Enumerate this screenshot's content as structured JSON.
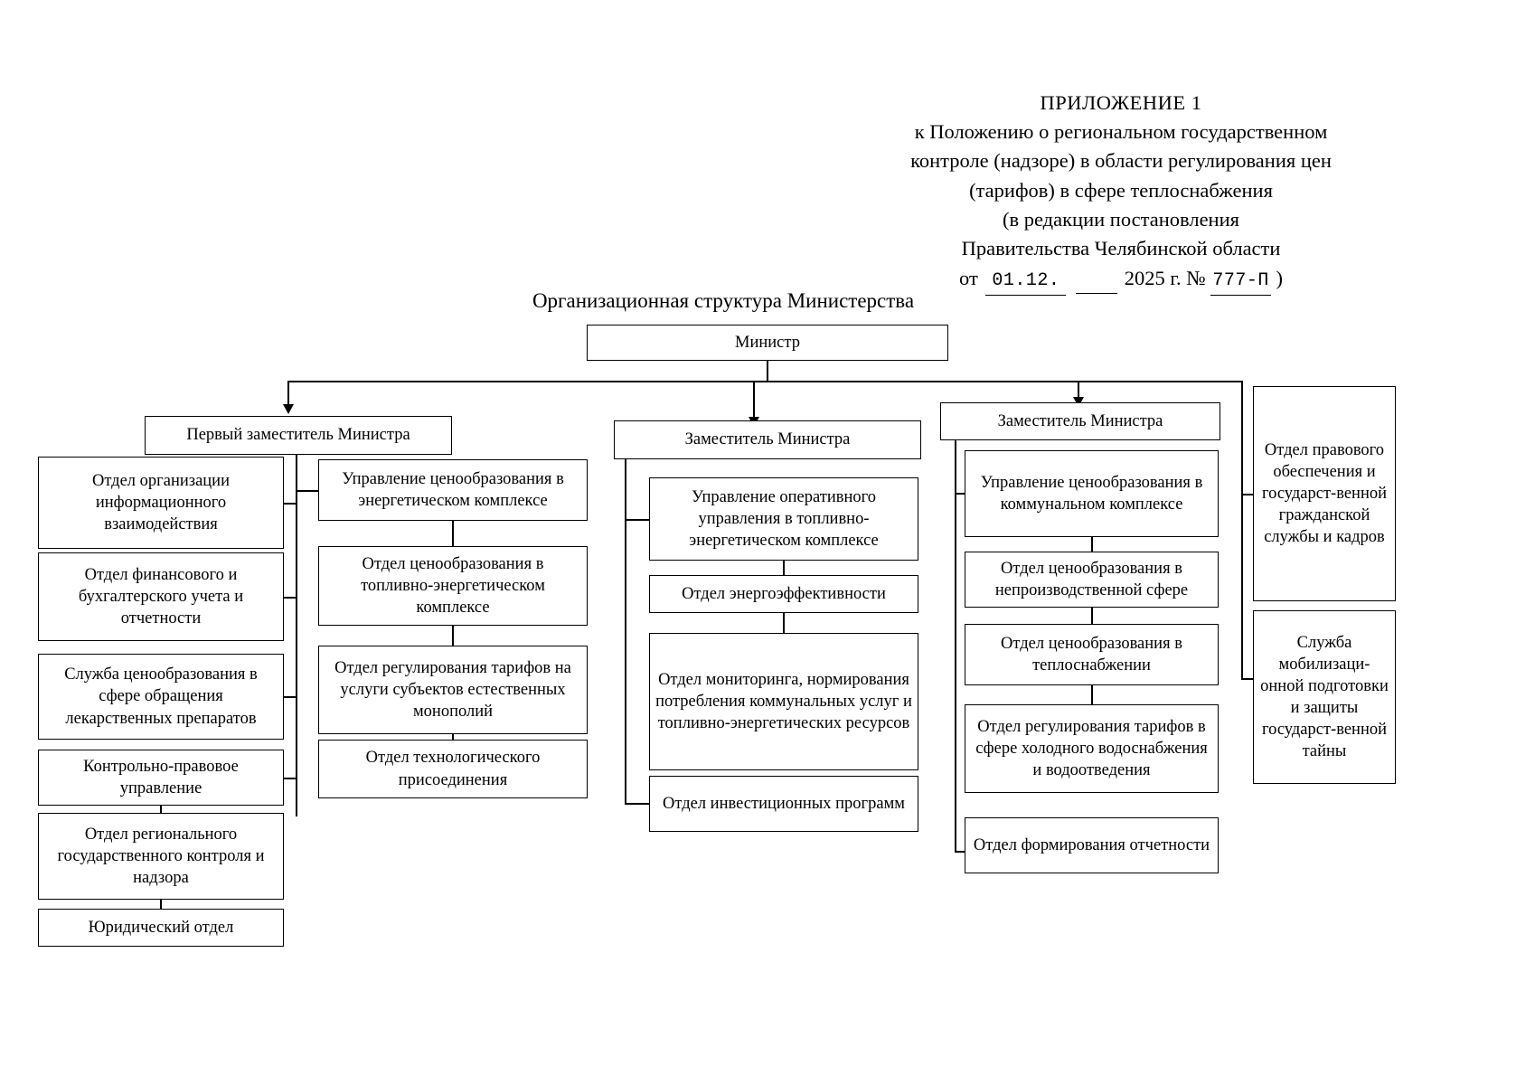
{
  "header": {
    "appendix": "ПРИЛОЖЕНИЕ 1",
    "line2": "к Положению о региональном государственном",
    "line3": "контроле (надзоре) в области регулирования цен",
    "line4": "(тарифов) в сфере теплоснабжения",
    "line5": "(в редакции постановления",
    "line6": "Правительства Челябинской области",
    "date_prefix": "от",
    "date_value": "01.12.",
    "year_value": "2025",
    "year_suffix": "г.",
    "number_label": "№",
    "number_value": "777-П",
    "closing_paren": ")"
  },
  "chart_title": "Организационная структура Министерства",
  "nodes": {
    "minister": "Министр",
    "first_deputy": "Первый заместитель Министра",
    "deputy_2": "Заместитель Министра",
    "deputy_3": "Заместитель Министра",
    "col1": [
      "Отдел организации информационного взаимодействия",
      "Отдел финансового и бухгалтерского учета и отчетности",
      "Служба ценообразования в сфере обращения лекарственных препаратов",
      "Контрольно-правовое управление",
      "Отдел регионального государственного контроля и надзора",
      "Юридический отдел"
    ],
    "col2": [
      "Управление ценообразования в энергетическом комплексе",
      "Отдел ценообразования в топливно-энергетическом комплексе",
      "Отдел регулирования тарифов на услуги субъектов естественных монополий",
      "Отдел технологического присоединения"
    ],
    "col3": [
      "Управление оперативного управления в топливно-энергетическом комплексе",
      "Отдел энергоэффективности",
      "Отдел мониторинга, нормирования потребления коммунальных услуг и топливно-энергетических ресурсов",
      "Отдел инвестиционных программ"
    ],
    "col4": [
      "Управление ценообразования в коммунальном комплексе",
      "Отдел ценообразования в непроизводственной сфере",
      "Отдел ценообразования в теплоснабжении",
      "Отдел регулирования тарифов в сфере холодного водоснабжения и водоотведения",
      "Отдел формирования отчетности"
    ],
    "col5": [
      "Отдел правового обеспечения и государст-венной гражданской службы и кадров",
      "Служба мобилизаци-онной подготовки и защиты государст-венной тайны"
    ]
  },
  "colors": {
    "line": "#000000",
    "background": "#ffffff",
    "text": "#000000"
  }
}
